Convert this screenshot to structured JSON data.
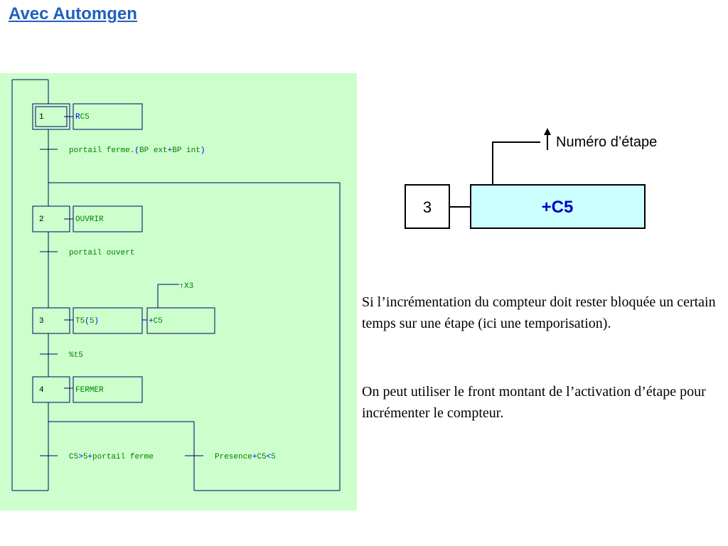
{
  "page": {
    "title": "Avec Automgen"
  },
  "grafcet": {
    "background_color": "#ccffcc",
    "line_color": "#000066",
    "text_color_green": "#008000",
    "text_color_blue": "#0000ff",
    "steps": [
      {
        "number": "1",
        "initial": true,
        "actions": [
          {
            "parts": [
              {
                "t": "R",
                "c": "blue"
              },
              {
                "t": "C5",
                "c": "green"
              }
            ]
          }
        ]
      },
      {
        "number": "2",
        "initial": false,
        "actions": [
          {
            "parts": [
              {
                "t": "OUVRIR",
                "c": "green"
              }
            ]
          }
        ]
      },
      {
        "number": "3",
        "initial": false,
        "actions": [
          {
            "parts": [
              {
                "t": "T5",
                "c": "green"
              },
              {
                "t": "(",
                "c": "blue"
              },
              {
                "t": "5",
                "c": "green"
              },
              {
                "t": ")",
                "c": "blue"
              }
            ]
          },
          {
            "parts": [
              {
                "t": "+",
                "c": "blue"
              },
              {
                "t": "C5",
                "c": "green"
              }
            ]
          }
        ]
      },
      {
        "number": "4",
        "initial": false,
        "actions": [
          {
            "parts": [
              {
                "t": "FERMER",
                "c": "green"
              }
            ]
          }
        ]
      }
    ],
    "transitions": [
      {
        "parts": [
          {
            "t": "portail ferme.",
            "c": "green"
          },
          {
            "t": "(",
            "c": "blue"
          },
          {
            "t": "BP ext",
            "c": "green"
          },
          {
            "t": "+",
            "c": "blue"
          },
          {
            "t": "BP int",
            "c": "green"
          },
          {
            "t": ")",
            "c": "blue"
          }
        ]
      },
      {
        "parts": [
          {
            "t": "portail ouvert",
            "c": "green"
          }
        ]
      },
      {
        "parts": [
          {
            "t": "%t5",
            "c": "green"
          }
        ]
      },
      {
        "parts": [
          {
            "t": "C5",
            "c": "green"
          },
          {
            "t": ">",
            "c": "blue"
          },
          {
            "t": "5",
            "c": "green"
          },
          {
            "t": "+",
            "c": "blue"
          },
          {
            "t": "portail ferme",
            "c": "green"
          }
        ]
      },
      {
        "parts": [
          {
            "t": "Presence",
            "c": "green"
          },
          {
            "t": "+",
            "c": "blue"
          },
          {
            "t": "C5",
            "c": "green"
          },
          {
            "t": "<",
            "c": "blue"
          },
          {
            "t": "5",
            "c": "green"
          }
        ]
      }
    ],
    "edge_label": {
      "arrow": "↑",
      "text": "X3"
    }
  },
  "legend": {
    "step_number": "3",
    "action": "+C5",
    "arrow_label": "Numéro d’étape",
    "action_box_color": "#ccffff",
    "action_text_color": "#0000cc"
  },
  "paragraphs": [
    "Si l’incrémentation du compteur doit rester bloquée un certain temps sur une étape (ici une temporisation).",
    "On peut utiliser le front montant de l’activation d’étape pour incrémenter le compteur."
  ]
}
